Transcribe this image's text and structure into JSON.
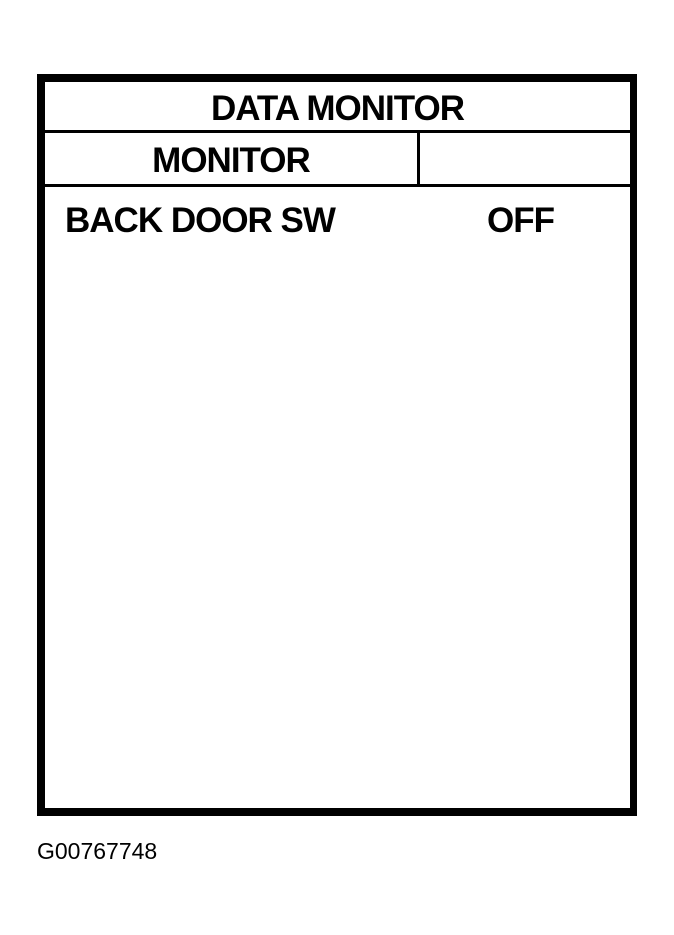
{
  "screen": {
    "title": "DATA MONITOR",
    "header": {
      "column_main": "MONITOR",
      "column_value": ""
    },
    "items": [
      {
        "name": "BACK DOOR SW",
        "value": "OFF"
      }
    ]
  },
  "figure_id": "G00767748"
}
